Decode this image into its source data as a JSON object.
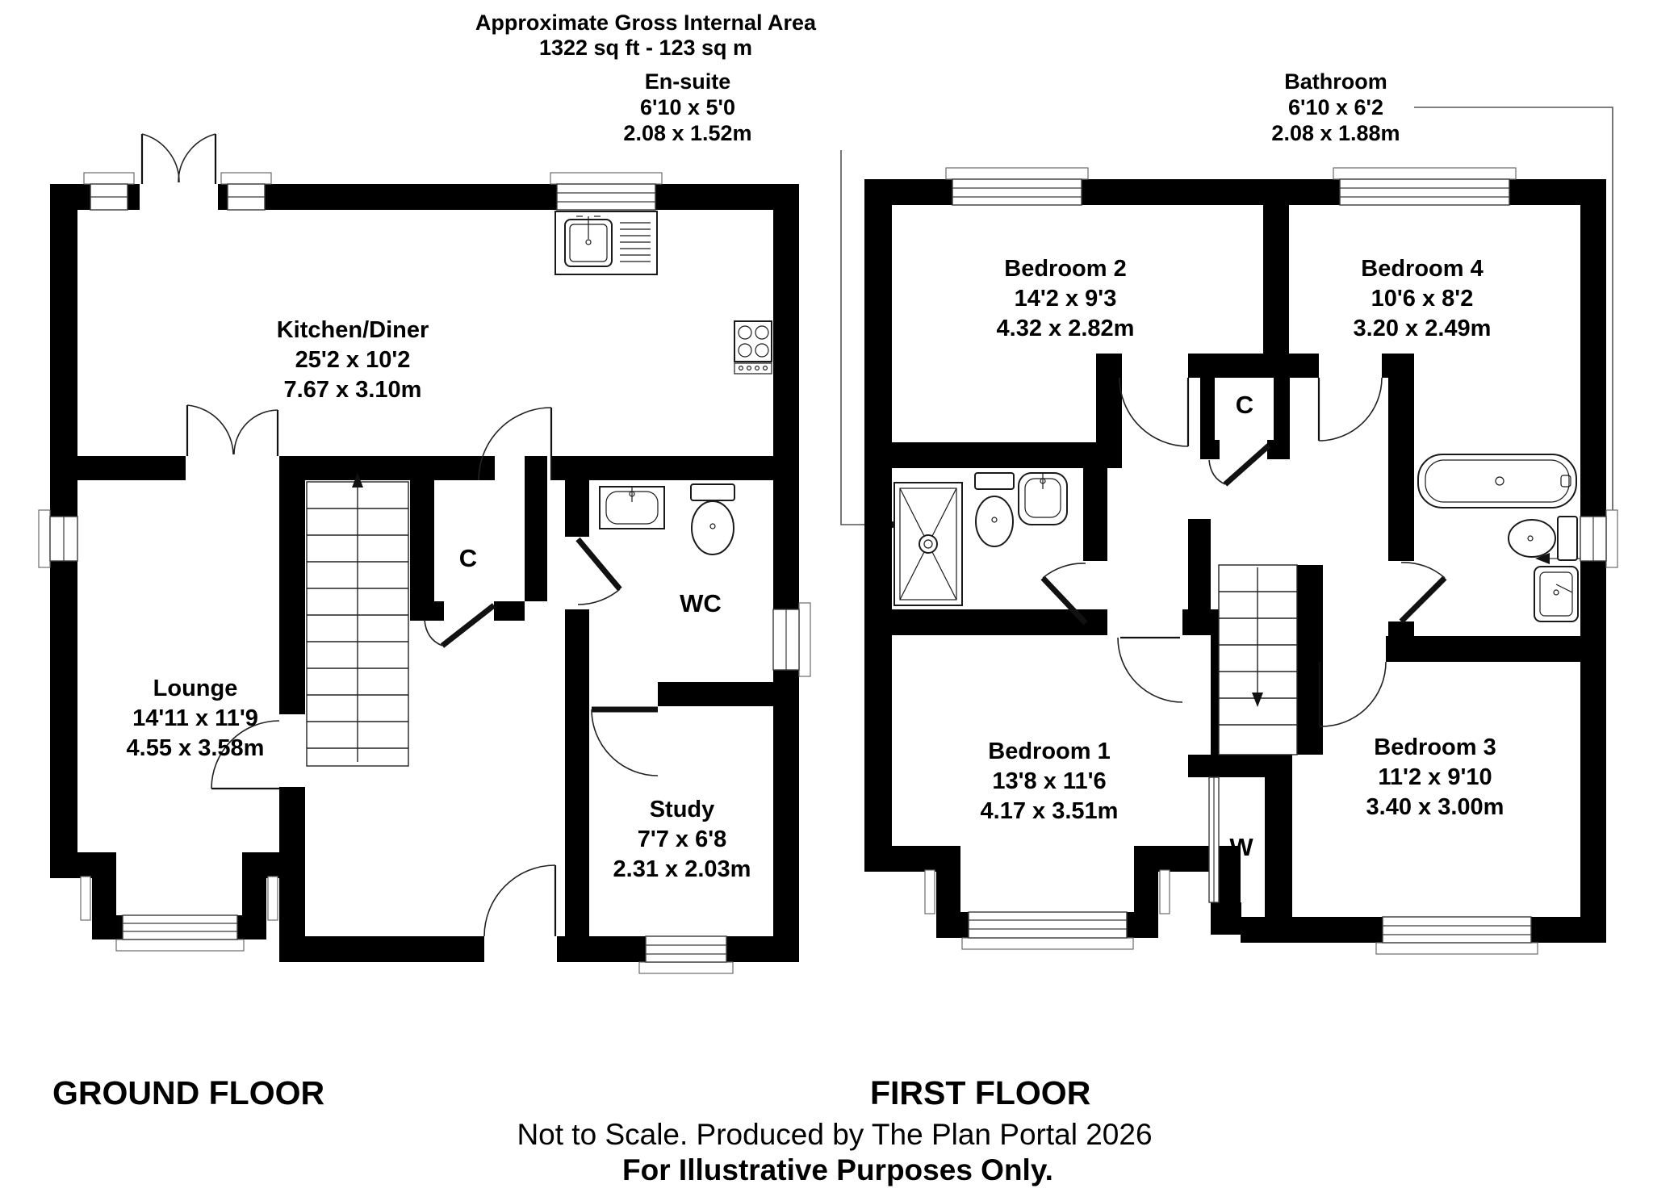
{
  "header": {
    "line1": "Approximate Gross Internal Area",
    "line2": "1322 sq ft - 123 sq m"
  },
  "callouts": {
    "ensuite": {
      "name": "En-suite",
      "imperial": "6'10 x 5'0",
      "metric": "2.08 x 1.52m"
    },
    "bathroom": {
      "name": "Bathroom",
      "imperial": "6'10 x 6'2",
      "metric": "2.08 x 1.88m"
    }
  },
  "ground": {
    "title": "GROUND FLOOR",
    "rooms": {
      "kitchen": {
        "name": "Kitchen/Diner",
        "imperial": "25'2 x 10'2",
        "metric": "7.67 x 3.10m"
      },
      "lounge": {
        "name": "Lounge",
        "imperial": "14'11 x 11'9",
        "metric": "4.55 x 3.58m"
      },
      "study": {
        "name": "Study",
        "imperial": "7'7 x 6'8",
        "metric": "2.31 x 2.03m"
      },
      "wc": {
        "name": "WC"
      },
      "cupboard": {
        "name": "C"
      }
    }
  },
  "first": {
    "title": "FIRST FLOOR",
    "rooms": {
      "bedroom1": {
        "name": "Bedroom 1",
        "imperial": "13'8 x 11'6",
        "metric": "4.17 x 3.51m"
      },
      "bedroom2": {
        "name": "Bedroom 2",
        "imperial": "14'2 x 9'3",
        "metric": "4.32 x 2.82m"
      },
      "bedroom3": {
        "name": "Bedroom 3",
        "imperial": "11'2 x 9'10",
        "metric": "3.40 x 3.00m"
      },
      "bedroom4": {
        "name": "Bedroom 4",
        "imperial": "10'6 x 8'2",
        "metric": "3.20 x 2.49m"
      },
      "cupboard": {
        "name": "C"
      },
      "wardrobe": {
        "name": "W"
      }
    }
  },
  "footer": {
    "line1": "Not to Scale. Produced by The Plan Portal 2026",
    "line2": "For Illustrative Purposes Only."
  },
  "colors": {
    "wall": "#000000",
    "background": "#ffffff",
    "text": "#000000"
  }
}
